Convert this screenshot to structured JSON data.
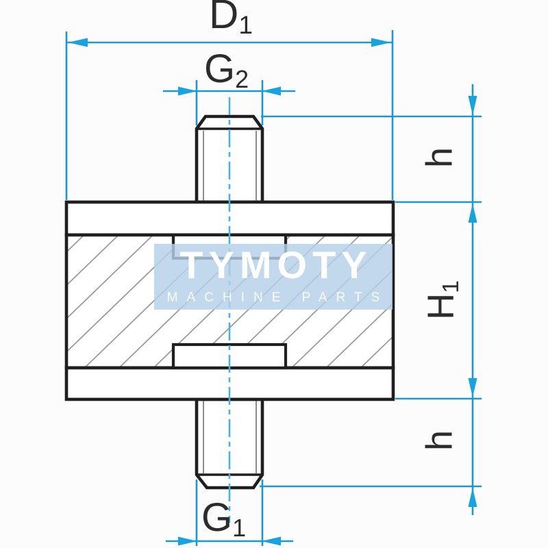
{
  "colors": {
    "background": "#fcfcfc",
    "outline": "#1f1f1f",
    "hatch": "#8e8e8e",
    "thread_line": "#6f6f6f",
    "dimension": "#1899d6",
    "arrow": "#17a2e2",
    "centerline": "#41b3e5",
    "label": "#2c2c2c",
    "watermark_bg": "#b4d0e8",
    "watermark_text": "#ffffff"
  },
  "labels": {
    "d1": {
      "main": "D",
      "sub": "1"
    },
    "g2": {
      "main": "G",
      "sub": "2"
    },
    "g1": {
      "main": "G",
      "sub": "1"
    },
    "h_top": {
      "main": "h",
      "sub": ""
    },
    "h1": {
      "main": "H",
      "sub": "1"
    },
    "h_bottom": {
      "main": "h",
      "sub": ""
    }
  },
  "watermark": {
    "line1": "TYMOTY",
    "line2": "MACHINE PARTS"
  }
}
